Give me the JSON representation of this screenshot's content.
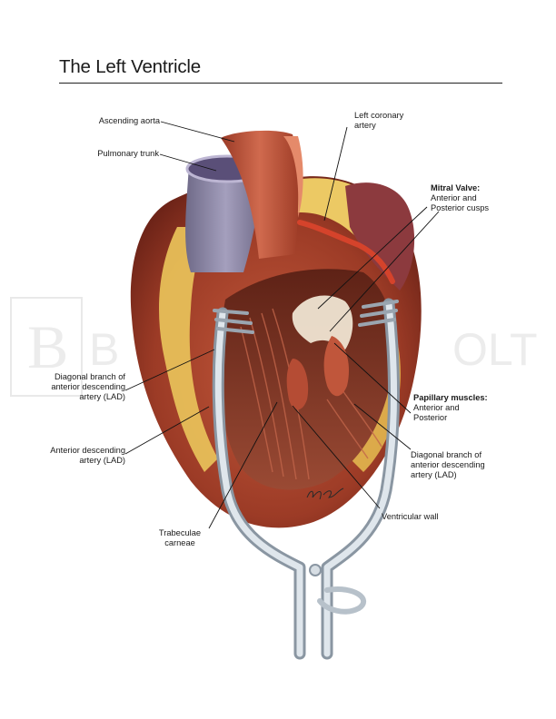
{
  "title": "The Left Ventricle",
  "watermark": {
    "brand": "BRUCE BLAUSEN HOLT",
    "visible_parts": [
      "B",
      "OLT"
    ]
  },
  "signature": "B. Holt",
  "labels": {
    "ascending_aorta": "Ascending aorta",
    "pulmonary_trunk": "Pulmonary trunk",
    "left_coronary_artery": [
      "Left coronary",
      "artery"
    ],
    "mitral_valve": {
      "heading": "Mitral Valve:",
      "lines": [
        "Anterior and",
        "Posterior cusps"
      ]
    },
    "diagonal_branch_left": [
      "Diagonal branch of",
      "anterior descending",
      "artery (LAD)"
    ],
    "anterior_descending": [
      "Anterior descending",
      "artery (LAD)"
    ],
    "papillary_muscles": {
      "heading": "Papillary muscles:",
      "lines": [
        "Anterior and",
        "Posterior"
      ]
    },
    "diagonal_branch_right": [
      "Diagonal branch of",
      "anterior descending",
      "artery (LAD)"
    ],
    "ventricular_wall": "Ventricular wall",
    "trabeculae_carneae": [
      "Trabeculae",
      "carneae"
    ]
  },
  "colors": {
    "muscle": "#a8452e",
    "muscle_dark": "#7a2a1c",
    "fat": "#e8c15a",
    "fat_light": "#f3dc8e",
    "pulmonary": "#8d86a8",
    "aorta": "#c8553e",
    "retractor": "#b9c3cc",
    "valve": "#efe6d6",
    "watermark": "#e6e6e6"
  }
}
